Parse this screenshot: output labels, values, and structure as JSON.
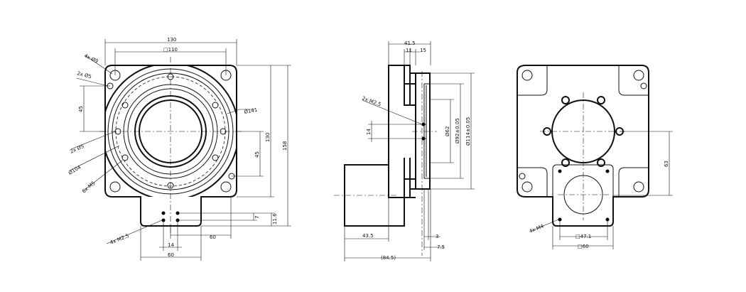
{
  "front_view": {
    "width_130": "130",
    "square_110": "□110",
    "holes_4x9": "4x Ø9",
    "holes_2x5_top": "2x Ø5",
    "dim_45_left": "45",
    "holes_2x5_side": "2x Ø5",
    "dia_104": "Ø104",
    "holes_6xM5": "6x M5",
    "dia_141": "Ø141",
    "dim_45_right": "45",
    "height_130": "130",
    "height_158": "158",
    "dim_7": "7",
    "dim_11_6": "11.6",
    "holes_4xM2_5": "4x M2.5",
    "dim_60_offset": "60",
    "dim_14": "14",
    "dim_60_tab": "60"
  },
  "side_view": {
    "depth_41_5": "41.5",
    "dim_11": "11",
    "dim_15": "15",
    "holes_2xM2_5": "2x M2.5",
    "dim_14": "14",
    "dia_62": "Ø62",
    "dia_92": "Ø92±0.05",
    "dia_114": "Ø114±0.05",
    "dim_43_5": "43.5",
    "dim_3": "3",
    "dim_7_5": "7.5",
    "total_84_5": "(84.5)"
  },
  "rear_view": {
    "dim_63": "63",
    "holes_4xM4": "4x M4",
    "square_47_1": "□47.1",
    "square_60": "□60"
  }
}
